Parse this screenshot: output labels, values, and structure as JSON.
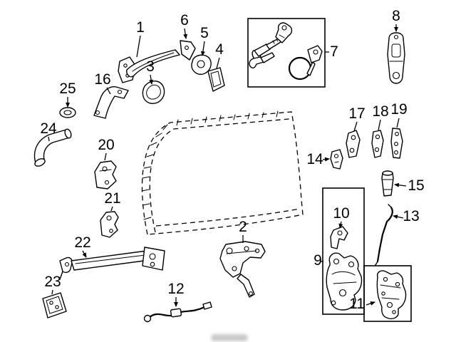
{
  "diagram": {
    "labels": [
      "1",
      "2",
      "3",
      "4",
      "5",
      "6",
      "7",
      "8",
      "9",
      "10",
      "11",
      "12",
      "13",
      "14",
      "15",
      "16",
      "17",
      "18",
      "19",
      "20",
      "21",
      "22",
      "23",
      "24",
      "25"
    ],
    "colors": {
      "line": "#000000",
      "background": "#ffffff"
    }
  }
}
